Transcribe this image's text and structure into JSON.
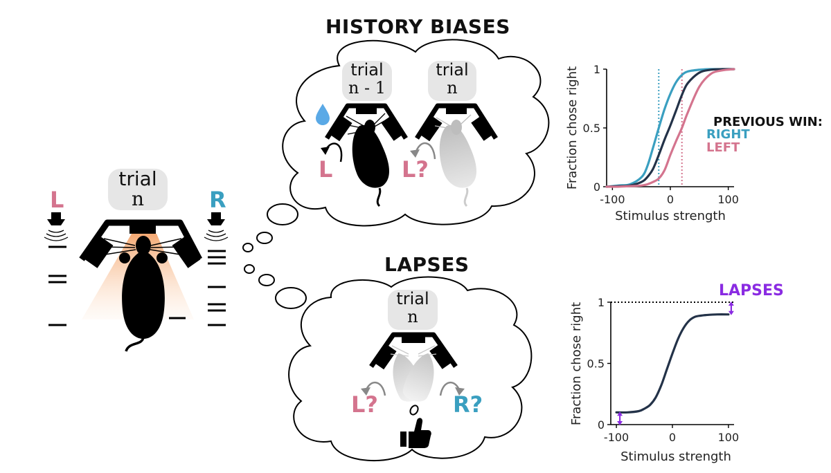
{
  "headings": {
    "history": "HISTORY BIASES",
    "lapses": "LAPSES"
  },
  "main_scene": {
    "trial_word": "trial",
    "trial_index": "n",
    "left_label": "L",
    "right_label": "R"
  },
  "history_cloud": {
    "prev_trial_word": "trial",
    "prev_trial_index": "n - 1",
    "curr_trial_word": "trial",
    "curr_trial_index": "n",
    "prev_choice": "L",
    "curr_choice": "L?"
  },
  "lapse_cloud": {
    "trial_word": "trial",
    "trial_index": "n",
    "left_choice": "L?",
    "right_choice": "R?"
  },
  "colors": {
    "pink": "#d4748e",
    "blue": "#3a9fc0",
    "navy": "#233248",
    "purple": "#8a2be2",
    "water": "#5aa9e6"
  },
  "icons": [
    "water-drop-icon",
    "thumbs-up-icon",
    "coin-icon",
    "speaker-icon"
  ],
  "chart_data": [
    {
      "type": "line",
      "xlabel": "Stimulus strength",
      "ylabel": "Fraction chose right",
      "xlim": [
        -110,
        110
      ],
      "ylim": [
        0,
        1
      ],
      "xticks": [
        -100,
        0,
        100
      ],
      "yticks": [
        0,
        0.5,
        1
      ],
      "xtick_labels": [
        "-100",
        "0",
        "100"
      ],
      "ytick_labels": [
        "0",
        "0.5",
        "1"
      ],
      "legend": {
        "title": "PREVIOUS WIN:",
        "entries": [
          "RIGHT",
          "LEFT"
        ],
        "placement": "right"
      },
      "series": [
        {
          "key": "right",
          "name": "RIGHT",
          "color": "#3a9fc0",
          "x": [
            -110,
            -90,
            -70,
            -50,
            -40,
            -30,
            -20,
            -10,
            0,
            10,
            20,
            30,
            50,
            70,
            90,
            110
          ],
          "y": [
            0.0,
            0.01,
            0.02,
            0.08,
            0.17,
            0.33,
            0.5,
            0.66,
            0.79,
            0.89,
            0.95,
            0.98,
            0.995,
            1.0,
            1.0,
            1.0
          ],
          "threshold": -20
        },
        {
          "key": "none",
          "name": "",
          "color": "#233248",
          "x": [
            -110,
            -90,
            -70,
            -50,
            -40,
            -30,
            -20,
            -10,
            0,
            10,
            20,
            30,
            50,
            70,
            90,
            110
          ],
          "y": [
            0.0,
            0.005,
            0.01,
            0.04,
            0.08,
            0.15,
            0.27,
            0.4,
            0.52,
            0.65,
            0.78,
            0.88,
            0.97,
            0.995,
            1.0,
            1.0
          ]
        },
        {
          "key": "left",
          "name": "LEFT",
          "color": "#d4748e",
          "x": [
            -110,
            -90,
            -70,
            -50,
            -40,
            -30,
            -20,
            -10,
            0,
            10,
            20,
            30,
            50,
            70,
            90,
            110
          ],
          "y": [
            0.0,
            0.0,
            0.005,
            0.01,
            0.02,
            0.04,
            0.07,
            0.14,
            0.27,
            0.39,
            0.5,
            0.63,
            0.85,
            0.96,
            0.99,
            1.0
          ],
          "threshold": 20
        }
      ]
    },
    {
      "type": "line",
      "xlabel": "Stimulus strength",
      "ylabel": "Fraction chose right",
      "xlim": [
        -110,
        110
      ],
      "ylim": [
        0,
        1
      ],
      "xticks": [
        -100,
        0,
        100
      ],
      "yticks": [
        0,
        0.5,
        1
      ],
      "xtick_labels": [
        "-100",
        "0",
        "100"
      ],
      "ytick_labels": [
        "0",
        "0.5",
        "1"
      ],
      "annotation": "LAPSES",
      "lower_asymptote": 0.1,
      "upper_asymptote": 0.9,
      "series": [
        {
          "key": "main",
          "name": "",
          "color": "#233248",
          "x": [
            -100,
            -80,
            -60,
            -50,
            -40,
            -30,
            -20,
            -10,
            0,
            10,
            20,
            30,
            40,
            50,
            60,
            80,
            100
          ],
          "y": [
            0.1,
            0.1,
            0.11,
            0.13,
            0.16,
            0.22,
            0.32,
            0.45,
            0.58,
            0.7,
            0.79,
            0.85,
            0.88,
            0.89,
            0.895,
            0.9,
            0.9
          ]
        }
      ]
    }
  ]
}
